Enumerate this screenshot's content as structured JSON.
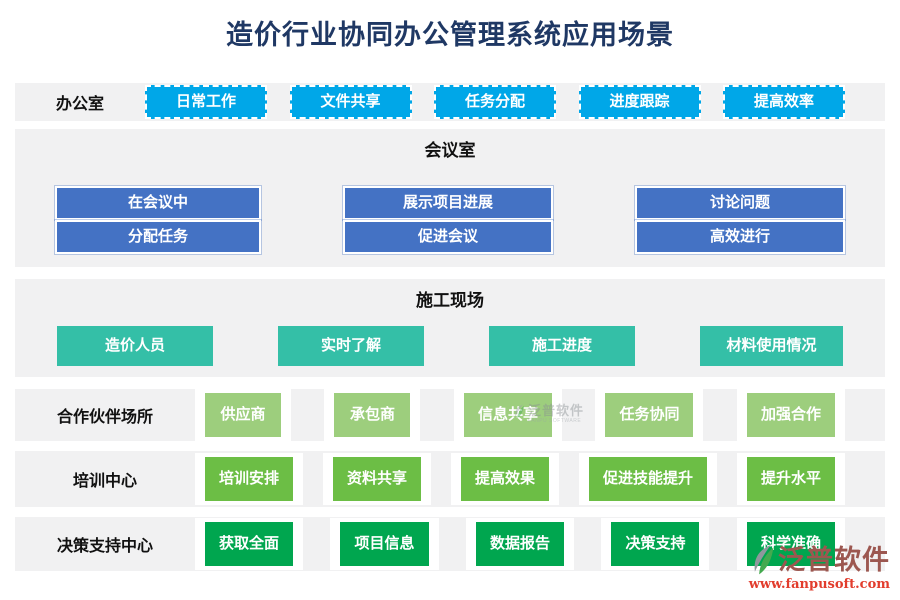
{
  "title": "造价行业协同办公管理系统应用场景",
  "colors": {
    "title": "#1f3864",
    "band": "#f1f1f2",
    "cyan": "#00a7e8",
    "blue": "#4472c4",
    "teal": "#34bfa7",
    "light_green": "#9dce7d",
    "green": "#6cbe45",
    "dark_green": "#00a64f"
  },
  "rows": [
    {
      "label": "办公室",
      "buttons": [
        "日常工作",
        "文件共享",
        "任务分配",
        "进度跟踪",
        "提高效率"
      ]
    },
    {
      "header": "会议室",
      "columns": [
        [
          "在会议中",
          "分配任务"
        ],
        [
          "展示项目进展",
          "促进会议"
        ],
        [
          "讨论问题",
          "高效进行"
        ]
      ]
    },
    {
      "header": "施工现场",
      "buttons": [
        "造价人员",
        "实时了解",
        "施工进度",
        "材料使用情况"
      ]
    },
    {
      "label": "合作伙伴场所",
      "buttons": [
        "供应商",
        "承包商",
        "信息共享",
        "任务协同",
        "加强合作"
      ]
    },
    {
      "label": "培训中心",
      "buttons": [
        "培训安排",
        "资料共享",
        "提高效果",
        "促进技能提升",
        "提升水平"
      ]
    },
    {
      "label": "决策支持中心",
      "buttons": [
        "获取全面",
        "项目信息",
        "数据报告",
        "决策支持",
        "科学准确"
      ]
    }
  ],
  "watermark": {
    "name": "泛普软件",
    "subname": "FANPU SOFTWARE"
  },
  "logo": {
    "name": "泛普软件",
    "url": "www.fanpusoft.com"
  }
}
